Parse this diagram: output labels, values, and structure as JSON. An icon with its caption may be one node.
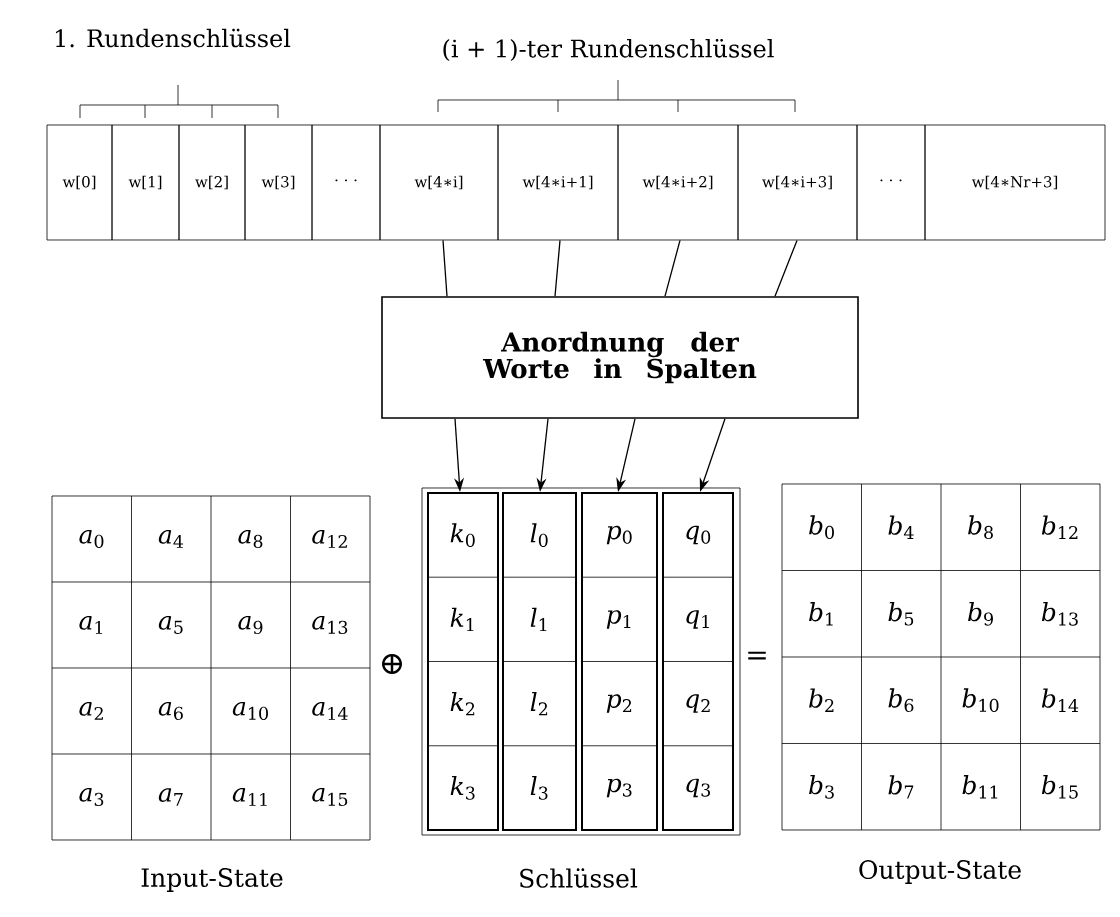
{
  "diagram": {
    "nodes": [
      {
        "text": [
          "w[0]"
        ]
      },
      {
        "text": [
          "w[1]"
        ]
      },
      {
        "text": [
          "w[2]"
        ]
      },
      {
        "text": [
          "w[3]"
        ]
      },
      {
        "text": [
          "· · ·"
        ]
      },
      {
        "text": [
          "w[4∗i]"
        ]
      },
      {
        "text": [
          "w[4∗i+1]"
        ]
      },
      {
        "text": [
          "w[4∗i+2]"
        ]
      },
      {
        "text": [
          "w[4∗i+3]"
        ]
      },
      {
        "text": [
          "· · ·"
        ]
      },
      {
        "text": [
          "w[4∗Nr+3]"
        ]
      },
      {
        "text": [
          "Anordnung der Worte in Spalten"
        ]
      },
      {
        "text": [
          "*a*$_{0}$",
          "*a*$_{4}$",
          "*a*$_{8}$",
          "*a*$_{12}$",
          "*a*$_{1}$",
          "*a*$_{5}$",
          "*a*$_{9}$",
          "*a*$_{13}$",
          "*a*$_{2}$",
          "*a*$_{6}$",
          "*a*$_{10}$",
          "*a*$_{14}$",
          "*a*$_{3}$",
          "*a*$_{7}$",
          "*a*$_{11}$",
          "*a*$_{15}$"
        ],
        "beside": [
          "Input-State"
        ]
      },
      {
        "text": [],
        "shape": "box",
        "beside": [
          "Schlüssel"
        ]
      },
      {
        "text": [
          "*k*$_{0}$",
          "*k*$_{1}$",
          "*k*$_{2}$",
          "*k*$_{3}$"
        ],
        "in": 13
      },
      {
        "text": [
          "*l*$_{0}$",
          "*l*$_{1}$",
          "*l*$_{2}$",
          "*l*$_{3}$"
        ],
        "in": 13
      },
      {
        "text": [
          "*p*$_{0}$",
          "*p*$_{1}$",
          "*p*$_{2}$",
          "*p*$_{3}$"
        ],
        "in": 13
      },
      {
        "text": [
          "*q*$_{0}$",
          "*q*$_{1}$",
          "*q*$_{2}$",
          "*q*$_{3}$"
        ],
        "in": 13
      },
      {
        "text": [
          "*b*$_{0}$",
          "*b*$_{4}$",
          "*b*$_{8}$",
          "*b*$_{12}$",
          "*b*$_{1}$",
          "*b*$_{5}$",
          "*b*$_{9}$",
          "*b*$_{13}$",
          "*b*$_{2}$",
          "*b*$_{6}$",
          "*b*$_{10}$",
          "*b*$_{14}$",
          "*b*$_{3}$",
          "*b*$_{7}$",
          "*b*$_{11}$",
          "*b*$_{15}$"
        ],
        "beside": [
          "Output-State"
        ]
      }
    ],
    "edges": [
      {
        "from": 5,
        "to": 11,
        "arrow": "none"
      },
      {
        "from": 6,
        "to": 11,
        "arrow": "none"
      },
      {
        "from": 7,
        "to": 11,
        "arrow": "none"
      },
      {
        "from": 8,
        "to": 11,
        "arrow": "none"
      },
      {
        "from": 11,
        "to": 14,
        "arrow": "to"
      },
      {
        "from": 11,
        "to": 15,
        "arrow": "to"
      },
      {
        "from": 11,
        "to": 16,
        "arrow": "to"
      },
      {
        "from": 11,
        "to": 17,
        "arrow": "to"
      }
    ],
    "labels": [
      "1. Rundenschlüssel",
      "(i + 1)-ter Rundenschlüssel",
      "⊕",
      "="
    ]
  }
}
